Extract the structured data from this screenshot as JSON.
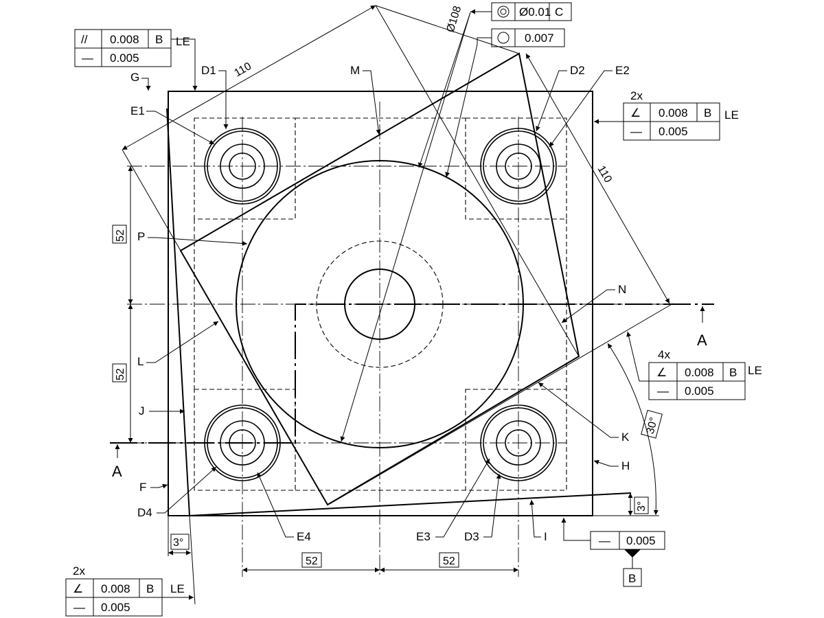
{
  "labels": {
    "G": "G",
    "D1": "D1",
    "M": "M",
    "D2": "D2",
    "E2": "E2",
    "E1": "E1",
    "P": "P",
    "N": "N",
    "L": "L",
    "J": "J",
    "K": "K",
    "H": "H",
    "F": "F",
    "D4": "D4",
    "E4": "E4",
    "E3": "E3",
    "D3": "D3",
    "I": "I",
    "section_left": "A",
    "section_right": "A"
  },
  "dimensions": {
    "diag_left": "110",
    "diag_right": "110",
    "diameter": "Ø108",
    "vert_upper": "52",
    "vert_lower": "52",
    "horiz_left": "52",
    "horiz_right": "52",
    "angle_30": "30°",
    "angle_3_right": "3°",
    "angle_3_bottom": "3°"
  },
  "fcf": {
    "top_concentric": {
      "symbol": "◎",
      "tolerance": "Ø0.01",
      "datum": "C"
    },
    "top_circularity": {
      "symbol": "○",
      "tolerance": "0.007"
    },
    "upper_left": {
      "row1": {
        "symbol": "//",
        "tolerance": "0.008",
        "datum": "B"
      },
      "row2": {
        "symbol": "—",
        "tolerance": "0.005"
      },
      "modifier": "LE"
    },
    "upper_right": {
      "count": "2x",
      "row1": {
        "symbol": "∠",
        "tolerance": "0.008",
        "datum": "B"
      },
      "row2": {
        "symbol": "—",
        "tolerance": "0.005"
      },
      "modifier": "LE"
    },
    "mid_right": {
      "count": "4x",
      "row1": {
        "symbol": "∠",
        "tolerance": "0.008",
        "datum": "B"
      },
      "row2": {
        "symbol": "—",
        "tolerance": "0.005"
      },
      "modifier": "LE"
    },
    "bottom_left": {
      "count": "2x",
      "row1": {
        "symbol": "∠",
        "tolerance": "0.008",
        "datum": "B"
      },
      "row2": {
        "symbol": "—",
        "tolerance": "0.005"
      },
      "modifier": "LE"
    },
    "bottom_flatness": {
      "symbol": "—",
      "tolerance": "0.005"
    },
    "datum_b": {
      "letter": "B"
    }
  }
}
